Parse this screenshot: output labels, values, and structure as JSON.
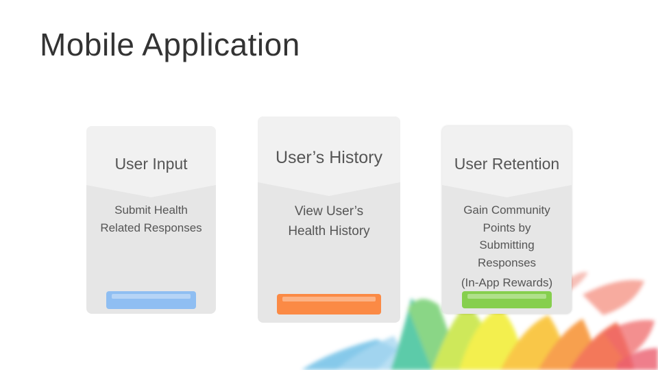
{
  "slide": {
    "title": "Mobile Application"
  },
  "cards": [
    {
      "title": "User Input",
      "lines": [
        "Submit Health",
        "Related Responses"
      ],
      "accent": "#8fbef2"
    },
    {
      "title": "User’s History",
      "lines": [
        "View User’s",
        "Health History"
      ],
      "accent": "#fb8a45"
    },
    {
      "title": "User Retention",
      "lines": [
        "Gain Community",
        "Points by",
        "Submitting",
        "Responses",
        "(In-App Rewards)"
      ],
      "accent": "#86cf4e"
    }
  ],
  "colors": {
    "card_body": "#e6e6e6",
    "card_head": "#f1f1f1",
    "title_text": "#333333",
    "card_text": "#555555"
  }
}
